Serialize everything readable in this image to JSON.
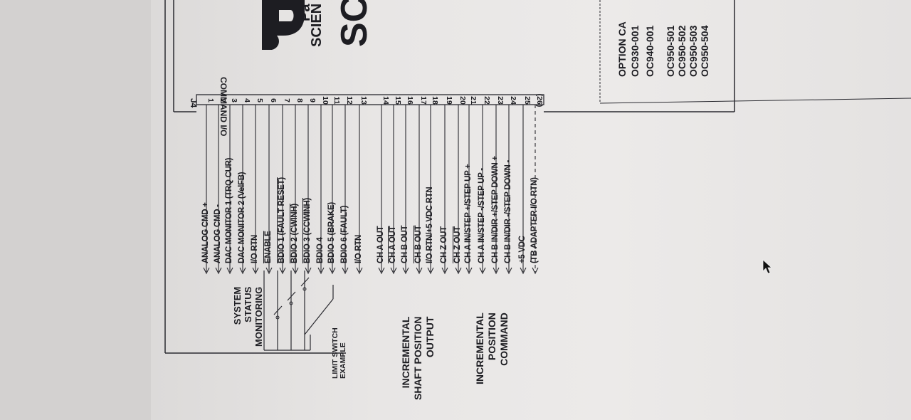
{
  "connector": {
    "id": "J4",
    "title": "COMMAND I/O",
    "pins": [
      "1",
      "2",
      "3",
      "4",
      "5",
      "6",
      "7",
      "8",
      "9",
      "10",
      "11",
      "12",
      "13",
      "14",
      "15",
      "16",
      "17",
      "18",
      "19",
      "20",
      "21",
      "22",
      "23",
      "24",
      "25",
      "(26)"
    ]
  },
  "signals": [
    {
      "pin": "1",
      "label": "ANALOG CMD +",
      "overline": false
    },
    {
      "pin": "2",
      "label": "ANALOG CMD -",
      "overline": false
    },
    {
      "pin": "3",
      "label": "DAC MONITOR 1 (TRQ CUR)",
      "overline": false
    },
    {
      "pin": "4",
      "label": "DAC MONITOR 2 (VelFB)",
      "overline": false
    },
    {
      "pin": "5",
      "label": "I/O RTN",
      "overline": false
    },
    {
      "pin": "6",
      "label": "ENABLE",
      "overline": true
    },
    {
      "pin": "7",
      "label": "BDIO 1 (FAULT RESET)",
      "overline": true
    },
    {
      "pin": "8",
      "label": "BDIO 2 (CWINH)",
      "overline": true
    },
    {
      "pin": "9",
      "label": "BDIO 3 (CCWINH)",
      "overline": true
    },
    {
      "pin": "10",
      "label": "BDIO 4",
      "overline": false
    },
    {
      "pin": "11",
      "label": "BDIO 5 (BRAKE)",
      "overline": false
    },
    {
      "pin": "12",
      "label": "BDIO 6 (FAULT)",
      "overline": false
    },
    {
      "pin": "13",
      "label": "I/O RTN",
      "overline": false
    },
    {
      "pin": "14",
      "label": "CH A OUT",
      "overline": false
    },
    {
      "pin": "15",
      "label": "CH A OUT",
      "overline": true
    },
    {
      "pin": "16",
      "label": "CH B OUT",
      "overline": false
    },
    {
      "pin": "17",
      "label": "CH B OUT",
      "overline": true
    },
    {
      "pin": "18",
      "label": "I/O RTN/+5 VDC RTN",
      "overline": false
    },
    {
      "pin": "19",
      "label": "CH Z OUT",
      "overline": false
    },
    {
      "pin": "20",
      "label": "CH Z OUT",
      "overline": true
    },
    {
      "pin": "21",
      "label": "CH A IN/STEP +/STEP UP +",
      "overline": false
    },
    {
      "pin": "22",
      "label": "CH A IN/STEP -/STEP UP -",
      "overline": false
    },
    {
      "pin": "23",
      "label": "CH B IN/DIR +/STEP DOWN +",
      "overline": false
    },
    {
      "pin": "24",
      "label": "CH B IN/DIR -/STEP DOWN -",
      "overline": false
    },
    {
      "pin": "25",
      "label": "+5 VDC",
      "overline": false
    },
    {
      "pin": "(26)",
      "label": "(TB ADAPTER I/O RTN)",
      "overline": false
    }
  ],
  "groups": {
    "system_status": [
      "SYSTEM",
      "STATUS",
      "MONITORING"
    ],
    "limit_switch": [
      "LIMIT SWITCH",
      "EXAMPLE"
    ],
    "incremental_output": [
      "INCREMENTAL",
      "SHAFT POSITION",
      "OUTPUT"
    ],
    "incremental_command": [
      "INCREMENTAL",
      "POSITION",
      "COMMAND"
    ]
  },
  "logo": {
    "brand_top": "Pa",
    "brand_bottom": "SCIEN",
    "model": "SC"
  },
  "option_cables": {
    "title": "OPTION CA",
    "items": [
      "OC930-001",
      "OC940-001",
      "OC950-501",
      "OC950-502",
      "OC950-503",
      "OC950-504"
    ]
  }
}
